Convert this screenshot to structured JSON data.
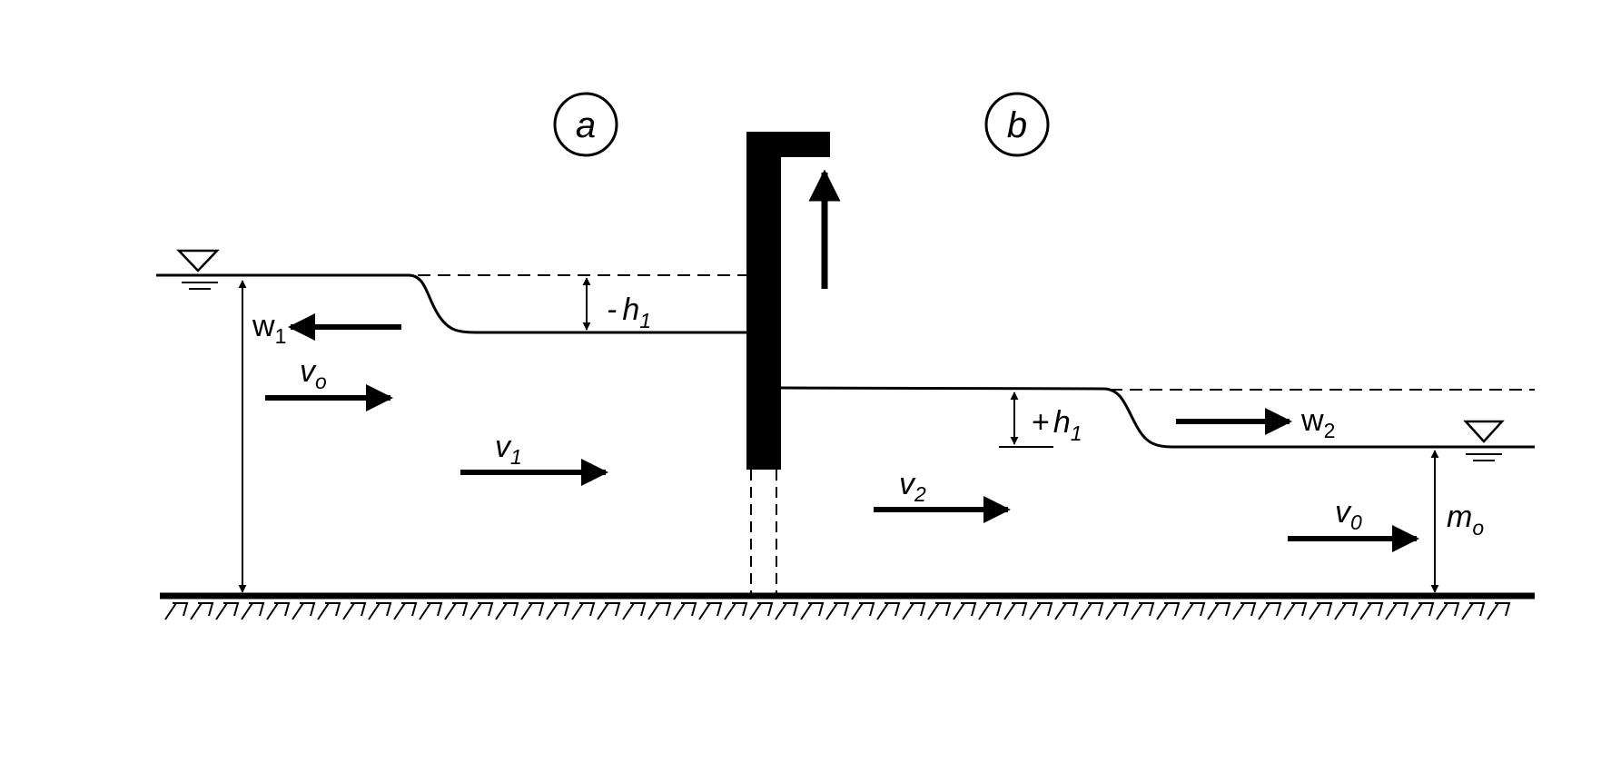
{
  "section_labels": {
    "a": "a",
    "b": "b"
  },
  "velocity_labels": {
    "w1_base": "w",
    "w1_sub": "1",
    "v0_left_base": "v",
    "v0_left_sub": "o",
    "v1_base": "v",
    "v1_sub": "1",
    "v2_base": "v",
    "v2_sub": "2",
    "w2_base": "w",
    "w2_sub": "2",
    "v0_right_base": "v",
    "v0_right_sub": "0"
  },
  "height_labels": {
    "minus_h1_sign": "-",
    "minus_h1_base": "h",
    "minus_h1_sub": "1",
    "plus_h1_sign": "+",
    "plus_h1_base": "h",
    "plus_h1_sub": "1",
    "m0_base": "m",
    "m0_sub": "o"
  },
  "colors": {
    "ink": "#000000",
    "background": "#ffffff"
  }
}
